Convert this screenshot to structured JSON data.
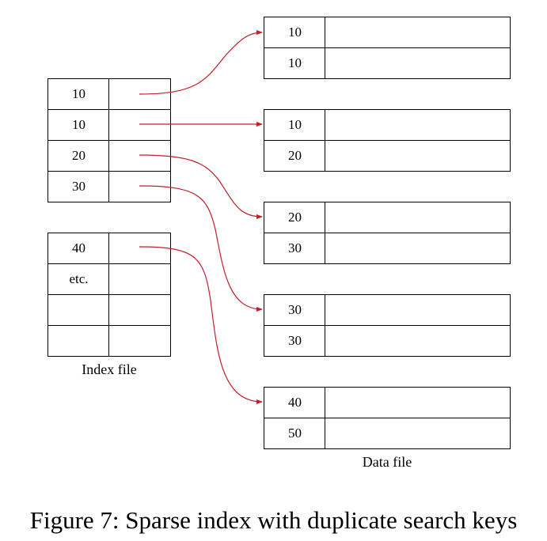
{
  "colors": {
    "arrow": "#c0202a",
    "border": "#000000",
    "text": "#000000"
  },
  "index_file": {
    "label": "Index file",
    "blocks": [
      {
        "rows": [
          {
            "key": "10"
          },
          {
            "key": "10"
          },
          {
            "key": "20"
          },
          {
            "key": "30"
          }
        ]
      },
      {
        "rows": [
          {
            "key": "40"
          },
          {
            "key": "etc."
          },
          {
            "key": ""
          },
          {
            "key": ""
          }
        ]
      }
    ]
  },
  "data_file": {
    "label": "Data file",
    "blocks": [
      {
        "rows": [
          {
            "key": "10"
          },
          {
            "key": "10"
          }
        ]
      },
      {
        "rows": [
          {
            "key": "10"
          },
          {
            "key": "20"
          }
        ]
      },
      {
        "rows": [
          {
            "key": "20"
          },
          {
            "key": "30"
          }
        ]
      },
      {
        "rows": [
          {
            "key": "30"
          },
          {
            "key": "30"
          }
        ]
      },
      {
        "rows": [
          {
            "key": "40"
          },
          {
            "key": "50"
          }
        ]
      }
    ]
  },
  "pointers": [
    {
      "from": "index-0-0",
      "to": "data-0"
    },
    {
      "from": "index-0-1",
      "to": "data-1"
    },
    {
      "from": "index-0-2",
      "to": "data-2"
    },
    {
      "from": "index-0-3",
      "to": "data-3"
    },
    {
      "from": "index-1-0",
      "to": "data-4"
    }
  ],
  "caption": "Figure 7: Sparse index with duplicate search keys"
}
